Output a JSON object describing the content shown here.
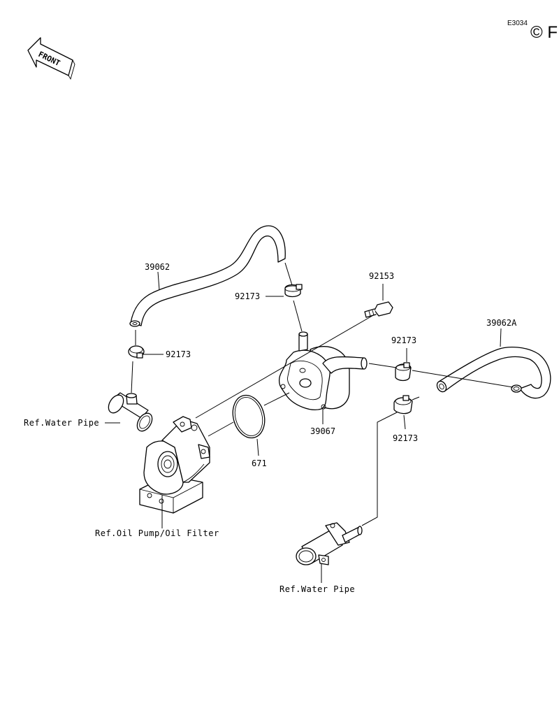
{
  "header": {
    "diagram_code": "E3034",
    "copyright_mark": "© F"
  },
  "front_badge": {
    "label": "FRONT"
  },
  "callouts": {
    "hose_39062": "39062",
    "clamp_92173_top": "92173",
    "clamp_92173_left": "92173",
    "bolt_92153": "92153",
    "clamp_92173_right": "92173",
    "hose_39062A": "39062A",
    "clamp_92173_lower": "92173",
    "cooler_39067": "39067",
    "oring_671": "671"
  },
  "references": {
    "water_pipe_left": "Ref.Water Pipe",
    "oil_pump_filter": "Ref.Oil Pump/Oil Filter",
    "water_pipe_bottom": "Ref.Water Pipe"
  }
}
